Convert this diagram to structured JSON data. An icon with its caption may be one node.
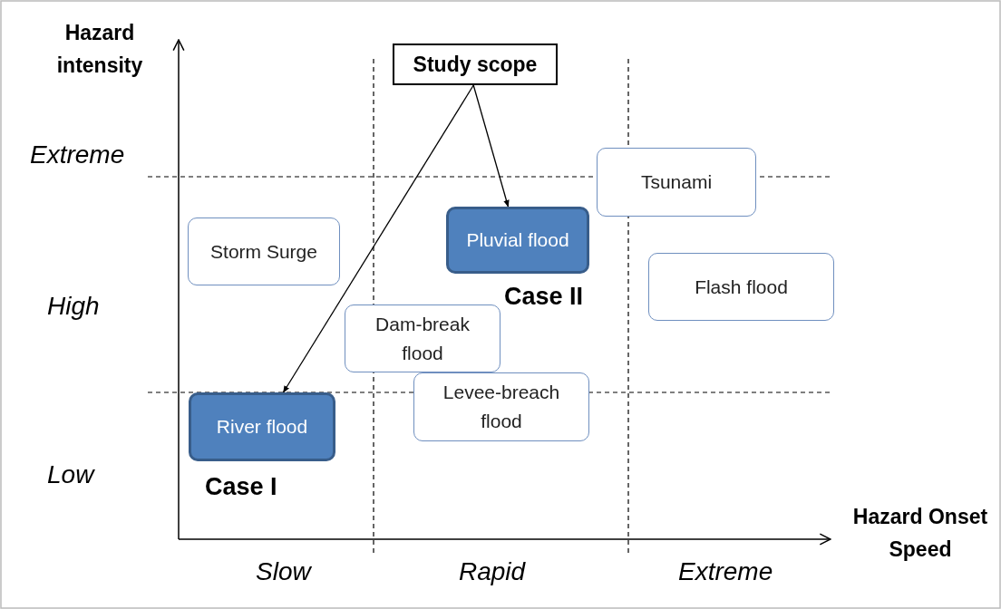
{
  "diagram": {
    "nodes": [
      {
        "text": [
          "Study scope"
        ]
      },
      {
        "text": [
          "Tsunami"
        ]
      },
      {
        "text": [
          "Pluvial flood"
        ],
        "beside": [
          "Case II"
        ]
      },
      {
        "text": [
          "Storm Surge"
        ]
      },
      {
        "text": [
          "Flash flood"
        ]
      },
      {
        "text": [
          "Dam-break flood"
        ]
      },
      {
        "text": [
          "Levee-breach flood"
        ]
      },
      {
        "text": [
          "River flood"
        ],
        "beside": [
          "Case I"
        ]
      }
    ],
    "edges": [
      {
        "from": 0,
        "to": 2,
        "arrow": "to"
      },
      {
        "from": 0,
        "to": 7,
        "arrow": "to"
      }
    ],
    "labels": [
      "Hazard intensity",
      "Extreme",
      "High",
      "Low",
      "Hazard Onset Speed",
      "Slow",
      "Rapid",
      "Extreme"
    ]
  }
}
